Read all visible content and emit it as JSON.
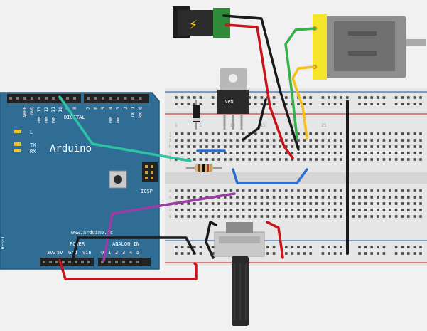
{
  "colors": {
    "background": "#f1f1f1",
    "board": "#2f6d94",
    "board_edge": "#245a7c",
    "breadboard": "#e5e5e5",
    "rail_red": "#d23c3c",
    "rail_blue": "#3b6fb6",
    "wire_red": "#c8141a",
    "wire_black": "#1a1a1a",
    "wire_green": "#35b04a",
    "wire_yellow": "#f2c11a",
    "wire_blue": "#2b6fd2",
    "wire_purple": "#9a3ea4",
    "wire_teal": "#2bc3a4",
    "motor_yellow": "#f4e42a",
    "motor_body": "#8e8e8e"
  },
  "arduino": {
    "brand": "Arduino",
    "url": "www.arduino.cc",
    "pin_top_labels": [
      "AREF",
      "GND",
      "13",
      "12",
      "11",
      "10",
      "9",
      "8",
      "7",
      "6",
      "5",
      "4",
      "3",
      "2",
      "TX 1",
      "RX 0"
    ],
    "pwm_label": "PWM",
    "digital_label": "DIGITAL",
    "led_labels": [
      "L",
      "TX",
      "RX"
    ],
    "reset_label": "RESET",
    "icsp_label": "ICSP",
    "power_label": "POWER",
    "analog_label": "ANALOG IN",
    "power_pins": [
      "3V3",
      "5V",
      "Gnd",
      "Vin"
    ],
    "analog_pins": [
      "0",
      "1",
      "2",
      "3",
      "4",
      "5"
    ]
  },
  "breadboard": {
    "row_letters": [
      "j",
      "i",
      "h",
      "g",
      "f",
      "e",
      "d",
      "c",
      "b",
      "a"
    ],
    "column_numbers": [
      "1",
      "5",
      "10",
      "15",
      "20",
      "25"
    ]
  },
  "components": {
    "transistor_label": "NPN",
    "power_jack_symbol": "⚡"
  }
}
